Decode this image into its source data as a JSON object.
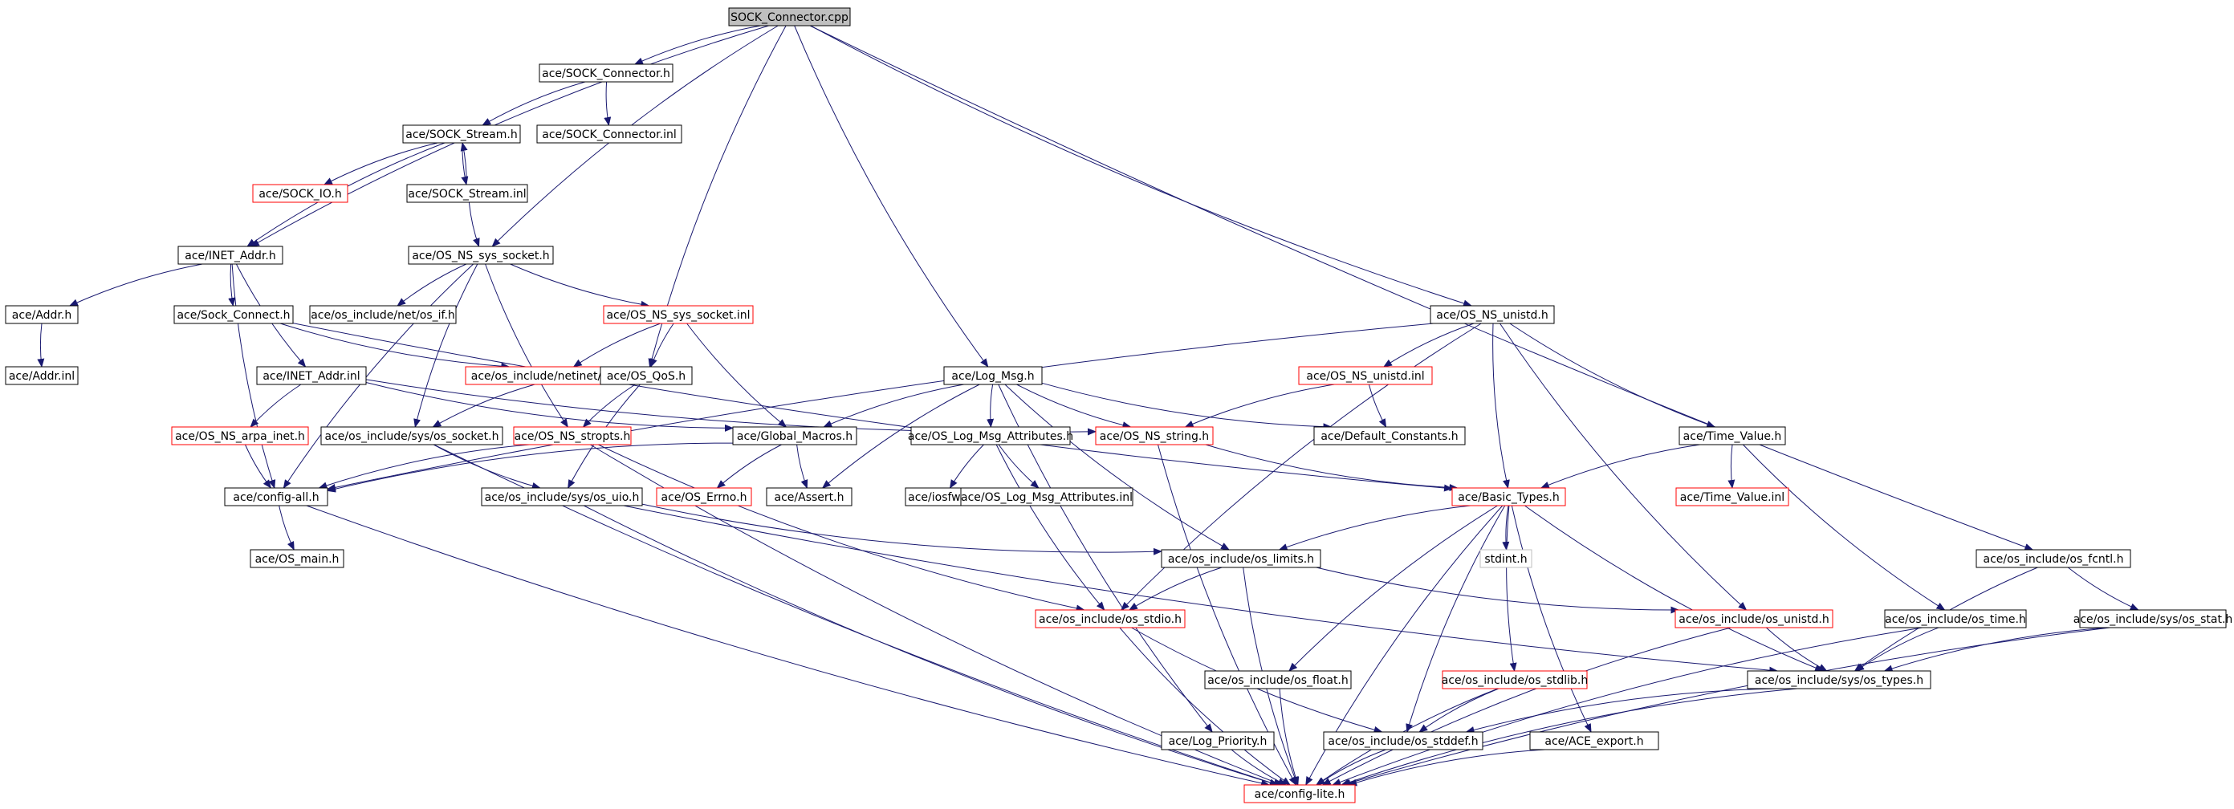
{
  "colors": {
    "edge": "#191970",
    "node_border": "#000000",
    "node_border_linked_missing": "#ff0000",
    "node_border_external": "#bfbfbf",
    "root_fill": "#bfbfbf",
    "node_fill": "#ffffff",
    "text": "#000000"
  },
  "nodes": [
    {
      "id": "root",
      "label": "SOCK_Connector.cpp",
      "style": "root"
    },
    {
      "id": "sock_connector_h",
      "label": "ace/SOCK_Connector.h",
      "style": "normal"
    },
    {
      "id": "sock_stream_h",
      "label": "ace/SOCK_Stream.h",
      "style": "normal"
    },
    {
      "id": "sock_connector_inl",
      "label": "ace/SOCK_Connector.inl",
      "style": "normal"
    },
    {
      "id": "sock_io_h",
      "label": "ace/SOCK_IO.h",
      "style": "red"
    },
    {
      "id": "sock_stream_inl",
      "label": "ace/SOCK_Stream.inl",
      "style": "normal"
    },
    {
      "id": "inet_addr_h",
      "label": "ace/INET_Addr.h",
      "style": "normal"
    },
    {
      "id": "os_ns_sys_socket_h",
      "label": "ace/OS_NS_sys_socket.h",
      "style": "normal"
    },
    {
      "id": "addr_h",
      "label": "ace/Addr.h",
      "style": "normal"
    },
    {
      "id": "sock_connect_h",
      "label": "ace/Sock_Connect.h",
      "style": "normal"
    },
    {
      "id": "net_if_h",
      "label": "ace/os_include/net/os_if.h",
      "style": "normal"
    },
    {
      "id": "os_ns_sys_socket_inl",
      "label": "ace/OS_NS_sys_socket.inl",
      "style": "red"
    },
    {
      "id": "os_ns_unistd_h",
      "label": "ace/OS_NS_unistd.h",
      "style": "normal"
    },
    {
      "id": "addr_inl",
      "label": "ace/Addr.inl",
      "style": "normal"
    },
    {
      "id": "inet_addr_inl",
      "label": "ace/INET_Addr.inl",
      "style": "normal"
    },
    {
      "id": "netinet_in_h",
      "label": "ace/os_include/netinet/os_in.h",
      "style": "red"
    },
    {
      "id": "os_qos_h",
      "label": "ace/OS_QoS.h",
      "style": "normal"
    },
    {
      "id": "log_msg_h",
      "label": "ace/Log_Msg.h",
      "style": "normal"
    },
    {
      "id": "os_ns_unistd_inl",
      "label": "ace/OS_NS_unistd.inl",
      "style": "red"
    },
    {
      "id": "os_ns_arpa_inet_h",
      "label": "ace/OS_NS_arpa_inet.h",
      "style": "red"
    },
    {
      "id": "sys_os_socket_h",
      "label": "ace/os_include/sys/os_socket.h",
      "style": "normal"
    },
    {
      "id": "os_ns_stropts_h",
      "label": "ace/OS_NS_stropts.h",
      "style": "red"
    },
    {
      "id": "global_macros_h",
      "label": "ace/Global_Macros.h",
      "style": "normal"
    },
    {
      "id": "os_log_msg_attr_h",
      "label": "ace/OS_Log_Msg_Attributes.h",
      "style": "normal"
    },
    {
      "id": "os_ns_string_h",
      "label": "ace/OS_NS_string.h",
      "style": "red"
    },
    {
      "id": "default_constants_h",
      "label": "ace/Default_Constants.h",
      "style": "normal"
    },
    {
      "id": "time_value_h",
      "label": "ace/Time_Value.h",
      "style": "normal"
    },
    {
      "id": "config_all_h",
      "label": "ace/config-all.h",
      "style": "normal"
    },
    {
      "id": "sys_os_uio_h",
      "label": "ace/os_include/sys/os_uio.h",
      "style": "normal"
    },
    {
      "id": "os_errno_h",
      "label": "ace/OS_Errno.h",
      "style": "red"
    },
    {
      "id": "assert_h",
      "label": "ace/Assert.h",
      "style": "normal"
    },
    {
      "id": "iosfwd_h",
      "label": "ace/iosfwd.h",
      "style": "normal"
    },
    {
      "id": "os_log_msg_attr_inl",
      "label": "ace/OS_Log_Msg_Attributes.inl",
      "style": "normal"
    },
    {
      "id": "basic_types_h",
      "label": "ace/Basic_Types.h",
      "style": "red"
    },
    {
      "id": "time_value_inl",
      "label": "ace/Time_Value.inl",
      "style": "red"
    },
    {
      "id": "os_main_h",
      "label": "ace/OS_main.h",
      "style": "normal"
    },
    {
      "id": "os_limits_h",
      "label": "ace/os_include/os_limits.h",
      "style": "normal"
    },
    {
      "id": "stdint_h",
      "label": "stdint.h",
      "style": "grey"
    },
    {
      "id": "os_fcntl_h",
      "label": "ace/os_include/os_fcntl.h",
      "style": "normal"
    },
    {
      "id": "os_stdio_h",
      "label": "ace/os_include/os_stdio.h",
      "style": "red"
    },
    {
      "id": "os_unistd_h",
      "label": "ace/os_include/os_unistd.h",
      "style": "red"
    },
    {
      "id": "os_time_h",
      "label": "ace/os_include/os_time.h",
      "style": "normal"
    },
    {
      "id": "sys_os_stat_h",
      "label": "ace/os_include/sys/os_stat.h",
      "style": "normal"
    },
    {
      "id": "os_float_h",
      "label": "ace/os_include/os_float.h",
      "style": "normal"
    },
    {
      "id": "os_stdlib_h",
      "label": "ace/os_include/os_stdlib.h",
      "style": "red"
    },
    {
      "id": "sys_os_types_h",
      "label": "ace/os_include/sys/os_types.h",
      "style": "normal"
    },
    {
      "id": "log_priority_h",
      "label": "ace/Log_Priority.h",
      "style": "normal"
    },
    {
      "id": "os_stddef_h",
      "label": "ace/os_include/os_stddef.h",
      "style": "normal"
    },
    {
      "id": "ace_export_h",
      "label": "ace/ACE_export.h",
      "style": "normal"
    },
    {
      "id": "config_lite_h",
      "label": "ace/config-lite.h",
      "style": "red"
    }
  ],
  "edges": [
    [
      "root",
      "sock_connector_h"
    ],
    [
      "root",
      "inet_addr_h"
    ],
    [
      "root",
      "os_ns_sys_socket_h"
    ],
    [
      "root",
      "os_qos_h"
    ],
    [
      "root",
      "log_msg_h"
    ],
    [
      "root",
      "os_ns_unistd_h"
    ],
    [
      "root",
      "os_fcntl_h"
    ],
    [
      "sock_connector_h",
      "sock_stream_h"
    ],
    [
      "sock_connector_h",
      "sock_connector_inl"
    ],
    [
      "sock_stream_h",
      "sock_io_h"
    ],
    [
      "sock_stream_h",
      "sock_stream_inl"
    ],
    [
      "sock_stream_h",
      "inet_addr_h"
    ],
    [
      "sock_stream_inl",
      "sock_stream_h"
    ],
    [
      "sock_stream_inl",
      "os_ns_sys_socket_h"
    ],
    [
      "inet_addr_h",
      "addr_h"
    ],
    [
      "inet_addr_h",
      "sock_connect_h"
    ],
    [
      "inet_addr_h",
      "inet_addr_inl"
    ],
    [
      "inet_addr_h",
      "config_all_h"
    ],
    [
      "addr_h",
      "addr_inl"
    ],
    [
      "sock_connect_h",
      "netinet_in_h"
    ],
    [
      "sock_connect_h",
      "basic_types_h"
    ],
    [
      "inet_addr_inl",
      "os_ns_arpa_inet_h"
    ],
    [
      "inet_addr_inl",
      "os_ns_string_h"
    ],
    [
      "inet_addr_inl",
      "global_macros_h"
    ],
    [
      "os_ns_arpa_inet_h",
      "config_all_h"
    ],
    [
      "os_ns_sys_socket_h",
      "net_if_h"
    ],
    [
      "os_ns_sys_socket_h",
      "os_ns_sys_socket_inl"
    ],
    [
      "os_ns_sys_socket_h",
      "sys_os_socket_h"
    ],
    [
      "os_ns_sys_socket_h",
      "os_ns_stropts_h"
    ],
    [
      "os_ns_sys_socket_h",
      "config_all_h"
    ],
    [
      "os_ns_sys_socket_inl",
      "netinet_in_h"
    ],
    [
      "os_ns_sys_socket_inl",
      "os_qos_h"
    ],
    [
      "os_ns_sys_socket_inl",
      "global_macros_h"
    ],
    [
      "netinet_in_h",
      "sys_os_socket_h"
    ],
    [
      "sys_os_socket_h",
      "sys_os_uio_h"
    ],
    [
      "sys_os_socket_h",
      "config_lite_h"
    ],
    [
      "os_qos_h",
      "os_ns_stropts_h"
    ],
    [
      "os_qos_h",
      "sys_os_uio_h"
    ],
    [
      "os_ns_stropts_h",
      "config_all_h"
    ],
    [
      "os_ns_stropts_h",
      "os_stdio_h"
    ],
    [
      "os_ns_stropts_h",
      "config_lite_h"
    ],
    [
      "global_macros_h",
      "config_all_h"
    ],
    [
      "global_macros_h",
      "os_errno_h"
    ],
    [
      "global_macros_h",
      "assert_h"
    ],
    [
      "config_all_h",
      "os_main_h"
    ],
    [
      "config_all_h",
      "config_lite_h"
    ],
    [
      "sys_os_uio_h",
      "os_limits_h"
    ],
    [
      "sys_os_uio_h",
      "sys_os_types_h"
    ],
    [
      "sys_os_uio_h",
      "config_lite_h"
    ],
    [
      "log_msg_h",
      "global_macros_h"
    ],
    [
      "log_msg_h",
      "os_log_msg_attr_h"
    ],
    [
      "log_msg_h",
      "assert_h"
    ],
    [
      "log_msg_h",
      "default_constants_h"
    ],
    [
      "log_msg_h",
      "os_limits_h"
    ],
    [
      "log_msg_h",
      "log_priority_h"
    ],
    [
      "log_msg_h",
      "os_ns_string_h"
    ],
    [
      "os_log_msg_attr_h",
      "iosfwd_h"
    ],
    [
      "os_log_msg_attr_h",
      "os_log_msg_attr_inl"
    ],
    [
      "os_log_msg_attr_h",
      "os_stdio_h"
    ],
    [
      "os_ns_unistd_h",
      "os_ns_unistd_inl"
    ],
    [
      "os_ns_unistd_h",
      "time_value_h"
    ],
    [
      "os_ns_unistd_h",
      "basic_types_h"
    ],
    [
      "os_ns_unistd_h",
      "os_unistd_h"
    ],
    [
      "os_ns_unistd_h",
      "os_stdio_h"
    ],
    [
      "os_ns_unistd_h",
      "config_all_h"
    ],
    [
      "os_ns_unistd_inl",
      "os_ns_string_h"
    ],
    [
      "os_ns_unistd_inl",
      "default_constants_h"
    ],
    [
      "os_ns_string_h",
      "basic_types_h"
    ],
    [
      "os_ns_string_h",
      "config_lite_h"
    ],
    [
      "time_value_h",
      "basic_types_h"
    ],
    [
      "time_value_h",
      "time_value_inl"
    ],
    [
      "time_value_h",
      "os_time_h"
    ],
    [
      "basic_types_h",
      "os_limits_h"
    ],
    [
      "basic_types_h",
      "stdint_h"
    ],
    [
      "basic_types_h",
      "os_float_h"
    ],
    [
      "basic_types_h",
      "os_stdlib_h"
    ],
    [
      "basic_types_h",
      "os_stddef_h"
    ],
    [
      "basic_types_h",
      "ace_export_h"
    ],
    [
      "basic_types_h",
      "sys_os_types_h"
    ],
    [
      "basic_types_h",
      "config_lite_h"
    ],
    [
      "os_limits_h",
      "os_stdio_h"
    ],
    [
      "os_limits_h",
      "os_unistd_h"
    ],
    [
      "os_limits_h",
      "config_lite_h"
    ],
    [
      "os_stdio_h",
      "os_stddef_h"
    ],
    [
      "os_stdio_h",
      "config_lite_h"
    ],
    [
      "os_unistd_h",
      "sys_os_types_h"
    ],
    [
      "os_unistd_h",
      "config_lite_h"
    ],
    [
      "os_fcntl_h",
      "sys_os_stat_h"
    ],
    [
      "os_fcntl_h",
      "sys_os_types_h"
    ],
    [
      "os_time_h",
      "sys_os_types_h"
    ],
    [
      "os_time_h",
      "config_lite_h"
    ],
    [
      "sys_os_stat_h",
      "sys_os_types_h"
    ],
    [
      "sys_os_stat_h",
      "config_lite_h"
    ],
    [
      "sys_os_types_h",
      "os_stddef_h"
    ],
    [
      "sys_os_types_h",
      "config_lite_h"
    ],
    [
      "os_float_h",
      "config_lite_h"
    ],
    [
      "os_stdlib_h",
      "os_stddef_h"
    ],
    [
      "os_stdlib_h",
      "config_lite_h"
    ],
    [
      "os_stddef_h",
      "config_lite_h"
    ],
    [
      "ace_export_h",
      "config_lite_h"
    ],
    [
      "log_priority_h",
      "config_lite_h"
    ]
  ]
}
